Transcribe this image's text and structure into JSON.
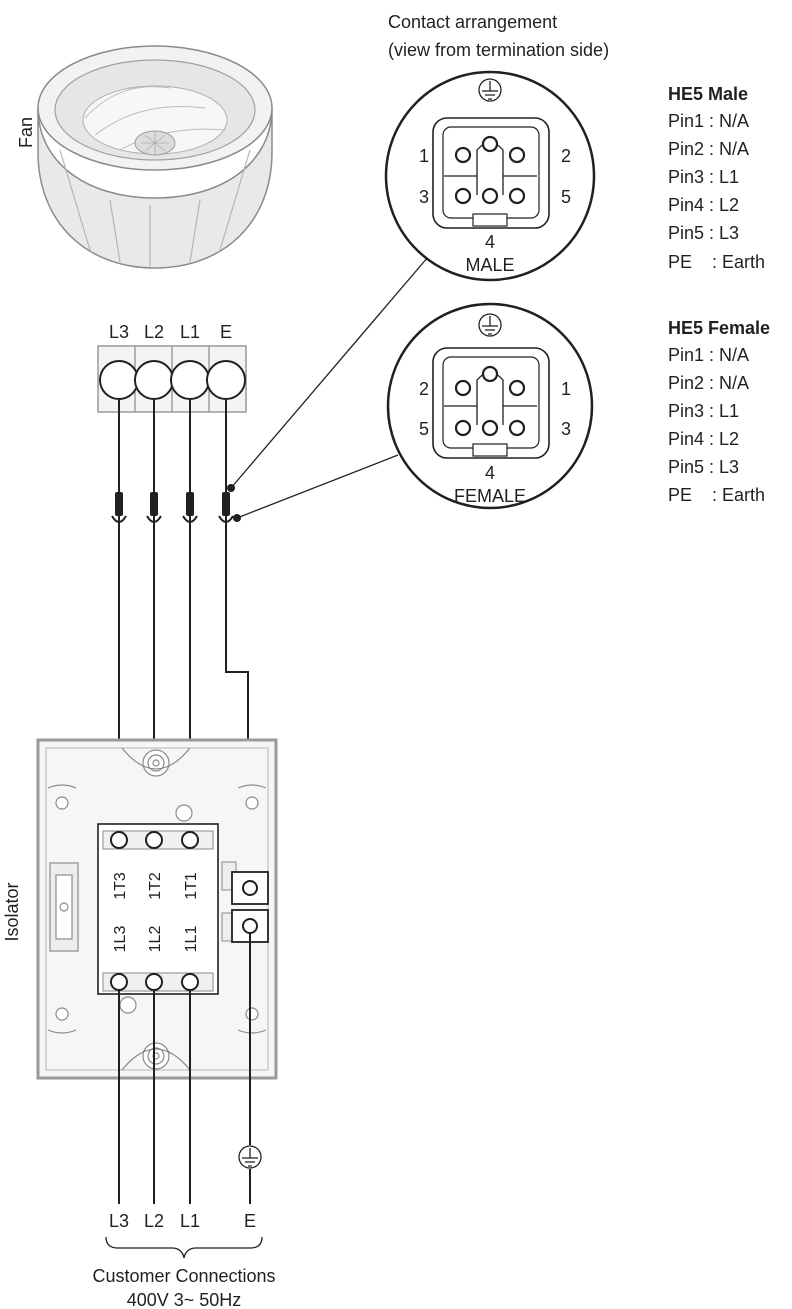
{
  "header": {
    "line1": "Contact arrangement",
    "line2": "(view from termination side)"
  },
  "fan": {
    "label": "Fan"
  },
  "fan_terminals": [
    "L3",
    "L2",
    "L1",
    "E"
  ],
  "connectors": {
    "male": {
      "caption": "MALE",
      "pin_left_top": "1",
      "pin_right_top": "2",
      "pin_left_bottom": "3",
      "pin_right_bottom": "5",
      "pin_bottom": "4"
    },
    "female": {
      "caption": "FEMALE",
      "pin_left_top": "2",
      "pin_right_top": "1",
      "pin_left_bottom": "5",
      "pin_right_bottom": "3",
      "pin_bottom": "4"
    }
  },
  "he5_male": {
    "title": "HE5 Male",
    "pins": [
      "Pin1 : N/A",
      "Pin2 : N/A",
      "Pin3 : L1",
      "Pin4 : L2",
      "Pin5 : L3",
      "PE    : Earth"
    ]
  },
  "he5_female": {
    "title": "HE5 Female",
    "pins": [
      "Pin1 : N/A",
      "Pin2 : N/A",
      "Pin3 : L1",
      "Pin4 : L2",
      "Pin5 : L3",
      "PE    : Earth"
    ]
  },
  "isolator": {
    "label": "Isolator",
    "top_terminals": [
      "1T3",
      "1T2",
      "1T1"
    ],
    "bottom_terminals": [
      "1L3",
      "1L2",
      "1L1"
    ]
  },
  "customer_terminals": [
    "L3",
    "L2",
    "L1",
    "E"
  ],
  "footer": {
    "line1": "Customer Connections",
    "line2": "400V 3~ 50Hz"
  },
  "colors": {
    "ink": "#231f20",
    "grey": "#8a8a8a",
    "light": "#d9d9d9"
  }
}
